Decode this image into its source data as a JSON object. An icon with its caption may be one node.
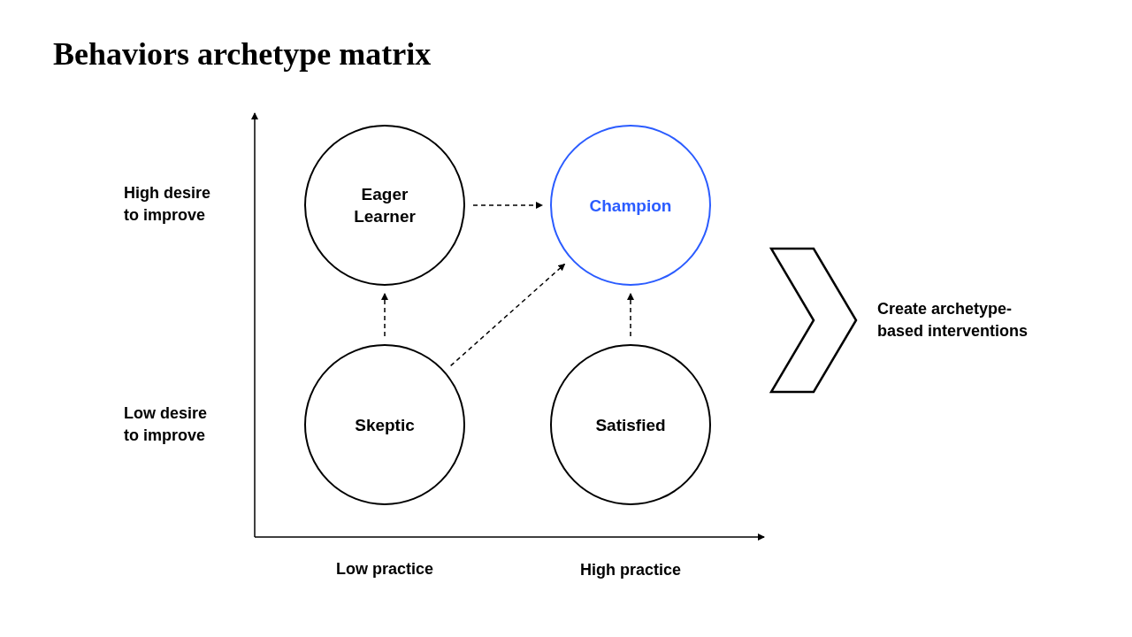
{
  "diagram": {
    "title": "Behaviors archetype matrix",
    "nodes": [
      {
        "text": [
          "Eager Learner"
        ]
      },
      {
        "text": [
          "Champion"
        ]
      },
      {
        "text": [
          "Skeptic"
        ]
      },
      {
        "text": [
          "Satisfied"
        ]
      },
      {
        "text": [],
        "shape": "chevron"
      },
      {
        "text": [
          "Create archetype-based interventions"
        ]
      }
    ],
    "edges": [
      {
        "from": 0,
        "to": 1,
        "arrow": "to",
        "style": "dashed"
      },
      {
        "from": 2,
        "to": 0,
        "arrow": "to",
        "style": "dashed"
      },
      {
        "from": 2,
        "to": 1,
        "arrow": "to",
        "style": "dashed"
      },
      {
        "from": 3,
        "to": 1,
        "arrow": "to",
        "style": "dashed"
      }
    ],
    "labels": [
      "High desire to improve",
      "Low desire to improve",
      "Low practice",
      "High practice"
    ]
  }
}
